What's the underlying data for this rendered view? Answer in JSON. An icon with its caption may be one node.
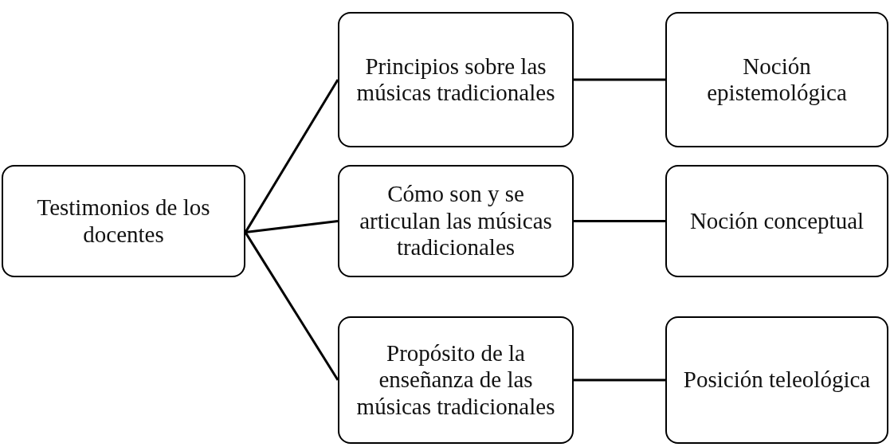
{
  "diagram": {
    "nodes": [
      {
        "text": [
          "Testimonios de los docentes"
        ]
      },
      {
        "text": [
          "Principios sobre las músicas tradicionales"
        ]
      },
      {
        "text": [
          "Noción epistemológica"
        ]
      },
      {
        "text": [
          "Cómo son y se articulan las músicas tradicionales"
        ]
      },
      {
        "text": [
          "Noción conceptual"
        ]
      },
      {
        "text": [
          "Propósito de la enseñanza de las músicas tradicionales"
        ]
      },
      {
        "text": [
          "Posición teleológica"
        ]
      }
    ],
    "edges": [
      {
        "from": 0,
        "to": 1,
        "arrow": "none"
      },
      {
        "from": 0,
        "to": 3,
        "arrow": "none"
      },
      {
        "from": 0,
        "to": 5,
        "arrow": "none"
      },
      {
        "from": 1,
        "to": 2,
        "arrow": "none"
      },
      {
        "from": 3,
        "to": 4,
        "arrow": "none"
      },
      {
        "from": 5,
        "to": 6,
        "arrow": "none"
      }
    ]
  }
}
